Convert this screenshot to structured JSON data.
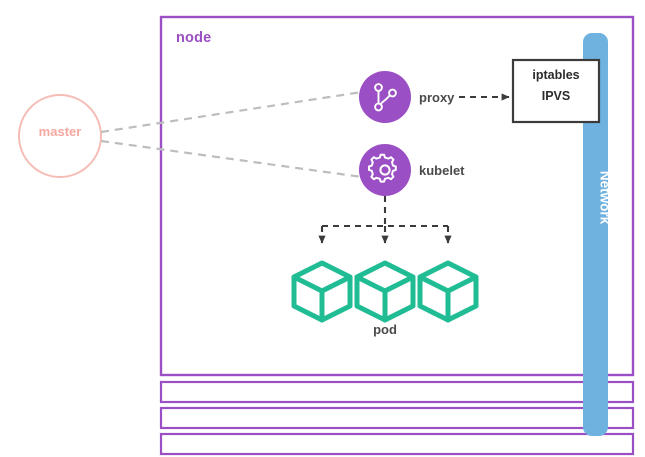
{
  "diagram": {
    "title_label": "node",
    "master": {
      "label": "master",
      "color": "#F6A8A0"
    },
    "components": [
      {
        "id": "proxy",
        "label": "proxy",
        "icon": "git-branch-icon",
        "color": "#9B4FC4"
      },
      {
        "id": "kubelet",
        "label": "kubelet",
        "icon": "gear-icon",
        "color": "#9B4FC4"
      }
    ],
    "iptables_box": {
      "line1": "iptables",
      "line2": "IPVS",
      "border_color": "#3b3b3b"
    },
    "pods": {
      "label": "pod",
      "count": 3,
      "color": "#20BD94"
    },
    "network": {
      "label": "Network",
      "color": "#6FB2E0"
    },
    "node_box": {
      "border_color": "#9B4FC4",
      "stacked_count": 3
    },
    "connector_color": "#bdbdbd",
    "arrow_color": "#3b3b3b"
  }
}
